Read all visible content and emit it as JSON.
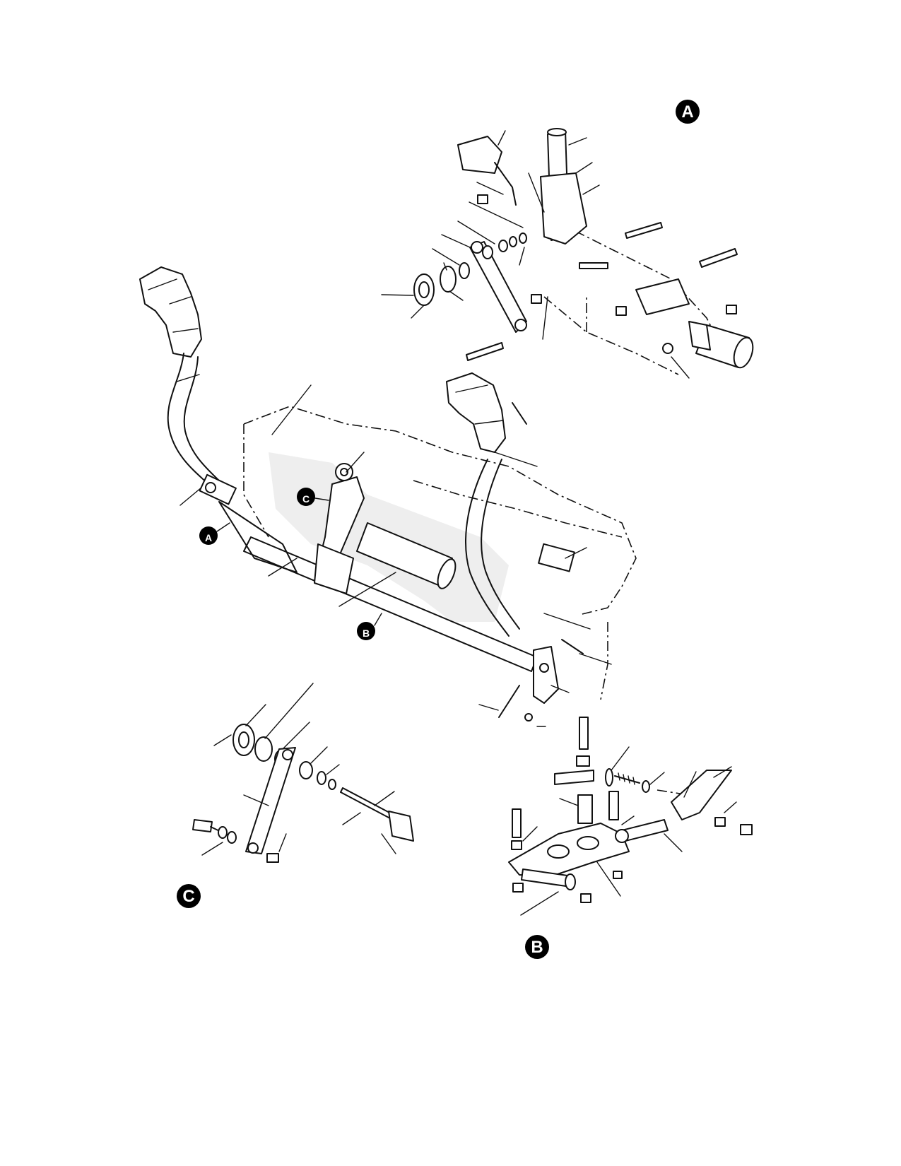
{
  "detail_markers": {
    "a_top": "A",
    "b_bottom": "B",
    "c_bottom": "C",
    "a_main": "A",
    "b_main": "B",
    "c_main": "C"
  },
  "colors": {
    "ink": "#111111",
    "marker_fill": "#000000",
    "marker_text": "#ffffff",
    "paper": "#ffffff"
  }
}
